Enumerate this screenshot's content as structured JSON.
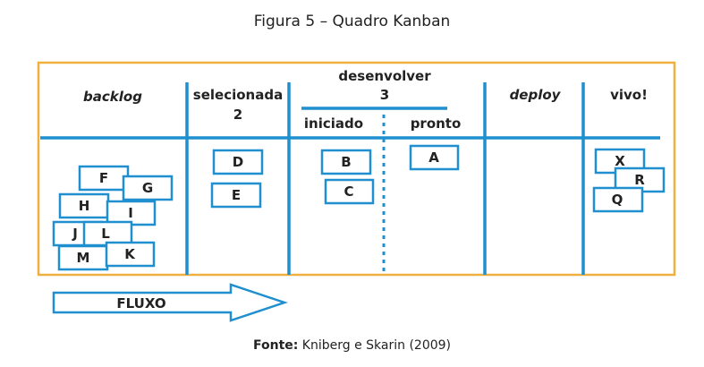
{
  "figure": {
    "title": "Figura 5 – Quadro Kanban",
    "source_label": "Fonte:",
    "source_text": " Kniberg e Skarin (2009)"
  },
  "colors": {
    "frame": "#f0b040",
    "blue": "#1f8fcf"
  },
  "columns": {
    "backlog": "backlog",
    "selecionada": "selecionada",
    "selecionada_limit": "2",
    "desenvolver": "desenvolver",
    "desenvolver_limit": "3",
    "iniciado": "iniciado",
    "pronto": "pronto",
    "deploy": "deploy",
    "vivo": "vivo!"
  },
  "cards": {
    "F": "F",
    "G": "G",
    "H": "H",
    "I": "I",
    "J": "J",
    "L": "L",
    "M": "M",
    "K": "K",
    "D": "D",
    "E": "E",
    "B": "B",
    "C": "C",
    "A": "A",
    "X": "X",
    "R": "R",
    "Q": "Q"
  },
  "flow": {
    "label": "FLUXO"
  }
}
